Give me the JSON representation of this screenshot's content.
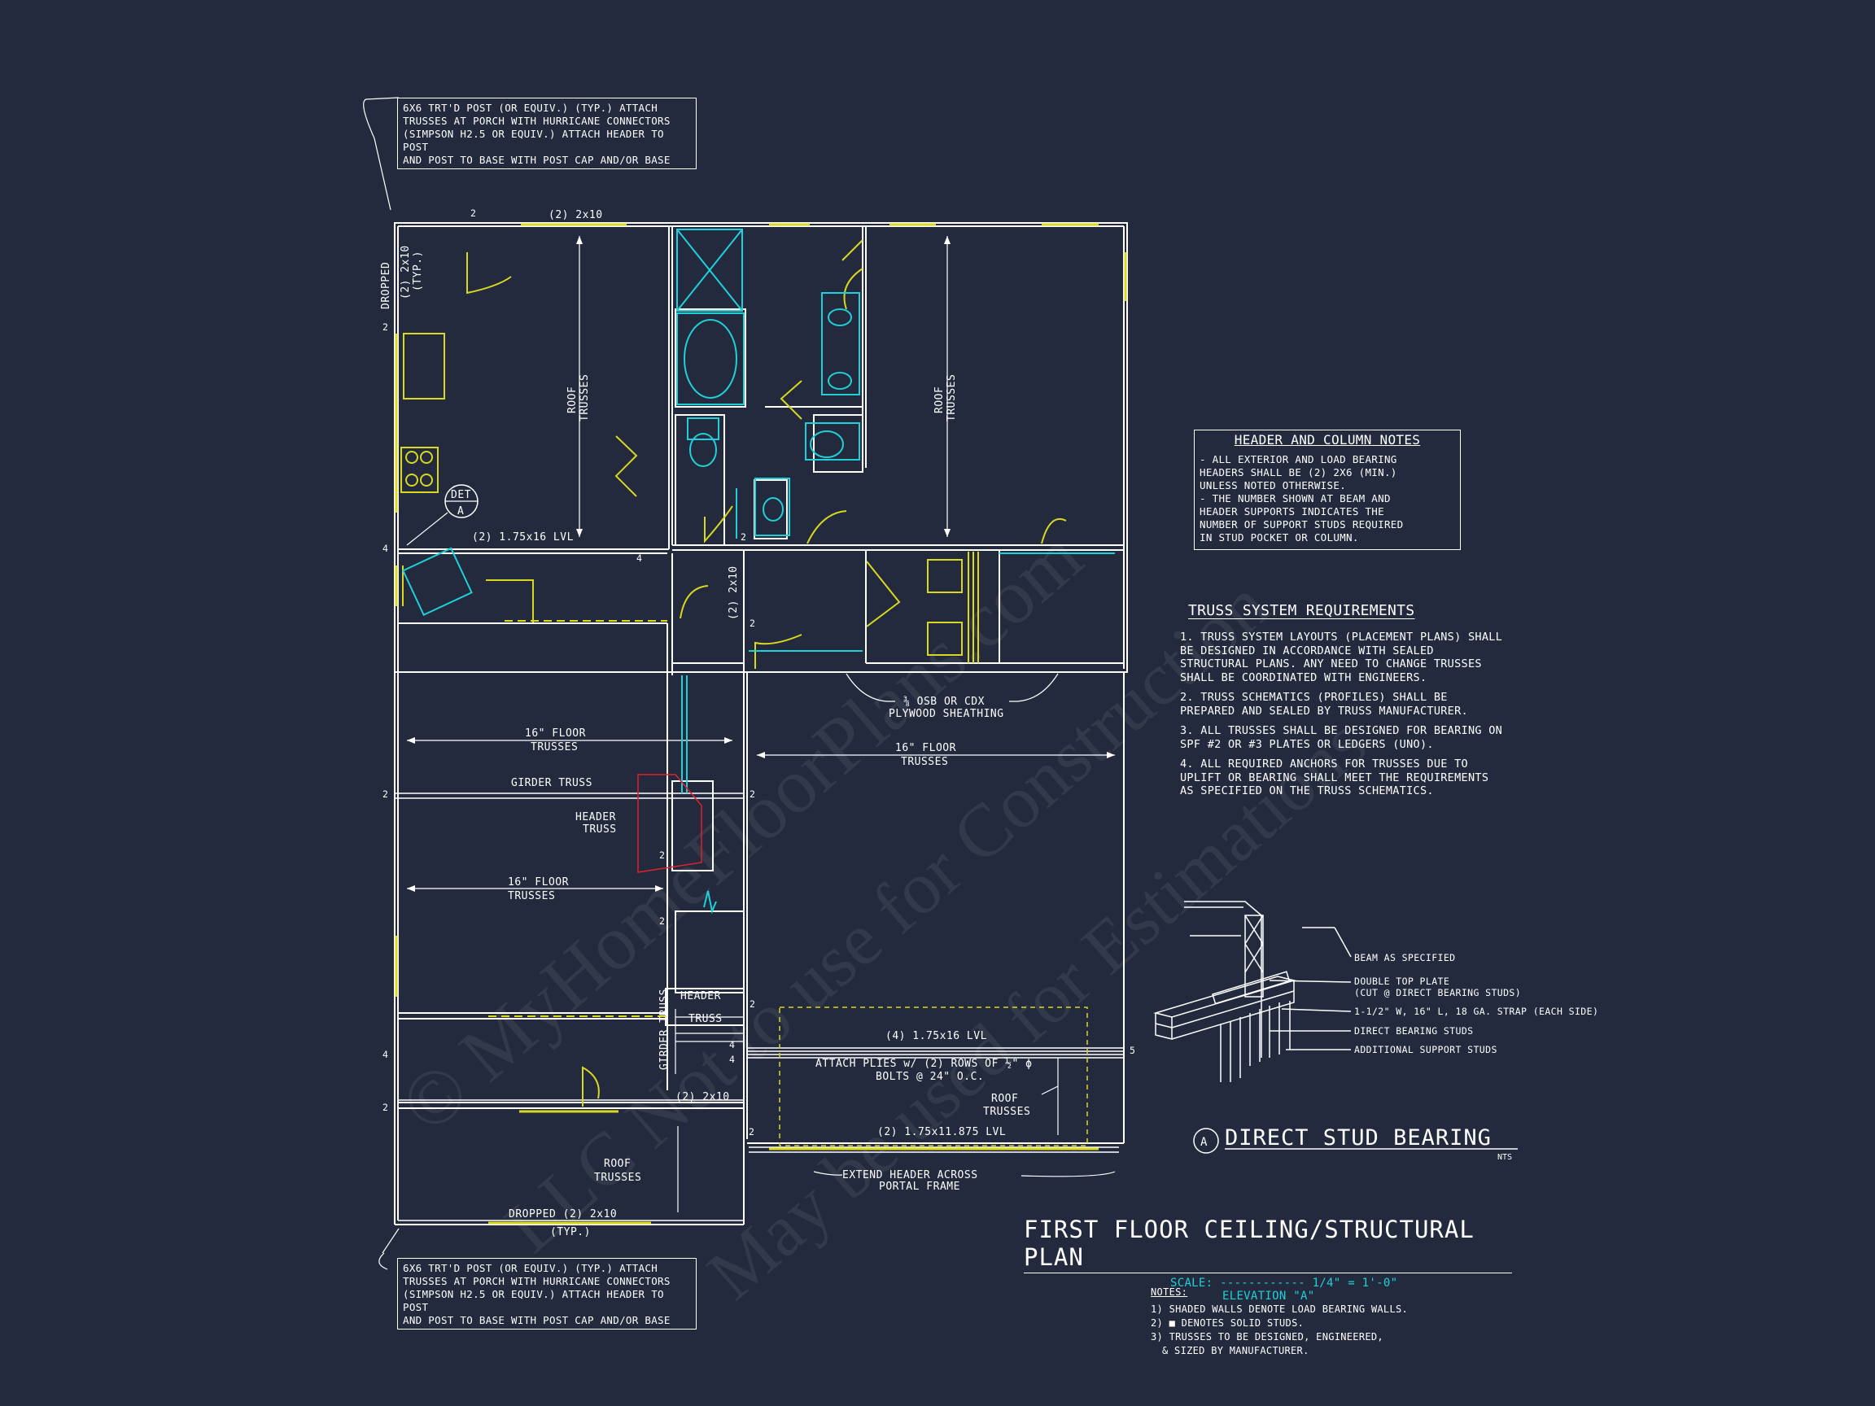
{
  "watermark": {
    "line1": "© MyHomeFloorPlans.com",
    "line2": "LLC  Not to use for Construction",
    "line3": "May be used for Estimations"
  },
  "callouts": {
    "porch_top": [
      "6x6 TRT'D POST (OR EQUIV.) (TYP.) ATTACH",
      "TRUSSES AT PORCH WITH HURRICANE CONNECTORS",
      "(SIMPSON H2.5 OR EQUIV.) ATTACH HEADER TO POST",
      "AND POST TO BASE WITH POST CAP AND/OR BASE"
    ],
    "porch_bottom": [
      "6x6 TRT'D POST (OR EQUIV.) (TYP.) ATTACH",
      "TRUSSES AT PORCH WITH HURRICANE CONNECTORS",
      "(SIMPSON H2.5 OR EQUIV.) ATTACH HEADER TO POST",
      "AND POST TO BASE WITH POST CAP AND/OR BASE"
    ]
  },
  "plan_labels": {
    "top_header": "(2) 2x10",
    "dropped_left": "DROPPED",
    "typ_2x10": "(2) 2x10",
    "typ": "(TYP.)",
    "roof_trusses_a": [
      "ROOF",
      "TRUSSES"
    ],
    "roof_trusses_b": [
      "ROOF",
      "TRUSSES"
    ],
    "det": [
      "DET",
      "A"
    ],
    "lvl_mid": "(2) 1.75x16 LVL",
    "header_2x10_vert": "(2) 2x10",
    "osb": [
      "⅜ OSB OR CDX",
      "PLYWOOD SHEATHING"
    ],
    "floor_trusses_1": [
      "16\" FLOOR",
      "TRUSSES"
    ],
    "floor_trusses_2": [
      "16\" FLOOR",
      "TRUSSES"
    ],
    "floor_trusses_3": [
      "16\" FLOOR",
      "TRUSSES"
    ],
    "girder_truss": "GIRDER TRUSS",
    "header_truss": [
      "HEADER",
      "TRUSS"
    ],
    "girder_truss_vert": "GIRDER TRUSS",
    "header_truss_2": [
      "HEADER",
      "TRUSS"
    ],
    "lvl_4": "(4) 1.75x16 LVL",
    "attach_plies": [
      "ATTACH PLIES w/ (2) ROWS OF ½\" ϕ",
      "BOLTS @ 24\" O.C."
    ],
    "roof_trusses_c": [
      "ROOF",
      "TRUSSES"
    ],
    "header_2x10_low": "(2) 2x10",
    "lvl_1175": "(2) 1.75x11.875 LVL",
    "roof_trusses_d": [
      "ROOF",
      "TRUSSES"
    ],
    "extend_header": [
      "EXTEND HEADER ACROSS",
      "PORTAL FRAME"
    ],
    "dropped_bottom": "DROPPED (2) 2x10",
    "typ_bottom": "(TYP.)"
  },
  "stud_counts": {
    "n2": "2",
    "n4": "4",
    "n5": "5"
  },
  "header_column_notes": {
    "title": "HEADER AND COLUMN NOTES",
    "lines": [
      "- ALL EXTERIOR AND LOAD BEARING",
      "HEADERS SHALL BE (2) 2x6 (MIN.)",
      "UNLESS NOTED OTHERWISE.",
      "- THE NUMBER SHOWN AT BEAM AND",
      "HEADER SUPPORTS INDICATES THE",
      "NUMBER OF SUPPORT STUDS REQUIRED",
      "IN STUD POCKET OR COLUMN."
    ]
  },
  "truss_requirements": {
    "title": "TRUSS SYSTEM REQUIREMENTS",
    "items": [
      "1. TRUSS SYSTEM LAYOUTS (PLACEMENT PLANS) SHALL BE DESIGNED IN ACCORDANCE WITH SEALED STRUCTURAL PLANS. ANY NEED TO CHANGE TRUSSES SHALL BE COORDINATED WITH ENGINEERS.",
      "2. TRUSS SCHEMATICS (PROFILES) SHALL BE PREPARED AND SEALED BY TRUSS MANUFACTURER.",
      "3. ALL TRUSSES SHALL BE DESIGNED FOR BEARING ON SPF #2 OR #3 PLATES OR LEDGERS (UNO).",
      "4. ALL REQUIRED ANCHORS FOR TRUSSES DUE TO UPLIFT OR BEARING SHALL MEET THE REQUIREMENTS AS SPECIFIED ON THE TRUSS SCHEMATICS."
    ]
  },
  "detail": {
    "labels": [
      "BEAM AS SPECIFIED",
      "DOUBLE TOP PLATE",
      "(CUT @ DIRECT BEARING STUDS)",
      "1-1/2\" W, 16\" L, 18 GA. STRAP (EACH SIDE)",
      "DIRECT BEARING STUDS",
      "ADDITIONAL SUPPORT STUDS"
    ],
    "marker": "A",
    "title": "DIRECT STUD BEARING",
    "scale": "NTS"
  },
  "title_block": {
    "title": "FIRST FLOOR CEILING/STRUCTURAL PLAN",
    "scale_label": "SCALE:",
    "scale_value": "------------ 1/4\" = 1'-0\"",
    "elevation": "ELEVATION \"A\""
  },
  "notes": {
    "heading": "NOTES:",
    "lines": [
      "1) SHADED WALLS DENOTE LOAD BEARING WALLS.",
      "2) ■ DENOTES SOLID STUDS.",
      "3) TRUSSES TO BE DESIGNED, ENGINEERED,",
      "& SIZED BY MANUFACTURER."
    ]
  },
  "colors": {
    "background": "#232a3d",
    "lines": "#ffffff",
    "fixtures": "#1fd0d8",
    "doors": "#d8d820",
    "red": "#e0202c"
  }
}
